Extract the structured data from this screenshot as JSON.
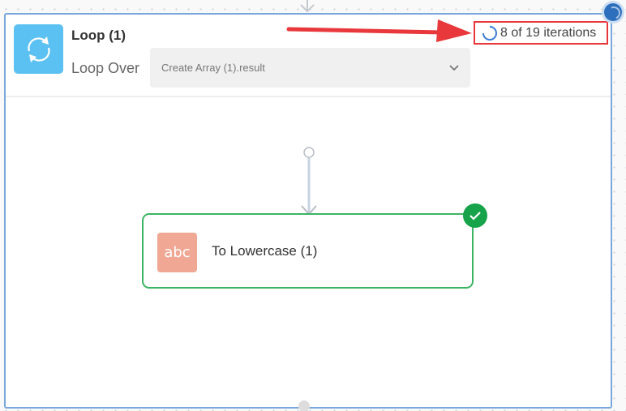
{
  "loop": {
    "title": "Loop (1)",
    "icon": "loop-refresh-icon",
    "icon_color": "#5bc1f2",
    "loop_over_label": "Loop Over",
    "loop_over_value": "Create Array (1).result",
    "status": {
      "spinner_icon": "loading-spinner-icon",
      "iterations_text": "8 of 19 iterations",
      "current": 8,
      "total": 19
    },
    "border_color": "#7aa7dc"
  },
  "annotation": {
    "arrow_color": "#e8383c",
    "highlight_box_color": "#e8383c"
  },
  "steps": [
    {
      "label": "To Lowercase (1)",
      "icon": "abc-text-icon",
      "icon_text": "abc",
      "icon_color": "#f0a894",
      "status": "success",
      "status_color": "#16a34a",
      "border_color": "#3cb464"
    }
  ]
}
